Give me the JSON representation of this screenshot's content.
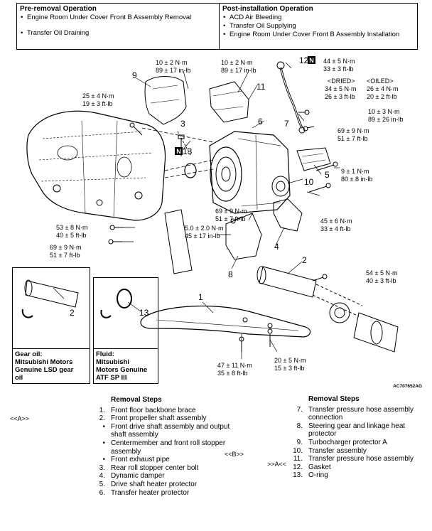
{
  "pre_removal": {
    "heading": "Pre-removal Operation",
    "items": [
      "Engine Room Under Cover Front B Assembly Removal",
      "Transfer Oil Draining"
    ]
  },
  "post_installation": {
    "heading": "Post-installation Operation",
    "items": [
      "ACD Air Bleeding",
      "Transfer Oil Supplying",
      "Engine Room Under Cover Front B Assembly Installation"
    ]
  },
  "callouts": {
    "c1": "1",
    "c2": "2",
    "c2b": "2",
    "c3": "3",
    "c4": "4",
    "c5": "5",
    "c6": "6",
    "c7": "7",
    "c8": "8",
    "c9": "9",
    "c10": "10",
    "c11": "11",
    "c12": "12",
    "c13": "13",
    "c13b": "13",
    "n_badge_1": "N",
    "n_badge_2": "N"
  },
  "torques": {
    "t1a": "10 ± 2 N·m",
    "t1b": "89 ± 17 in-lb",
    "t2a": "10 ± 2 N·m",
    "t2b": "89 ± 17 in-lb",
    "t3a": "44 ± 5 N·m",
    "t3b": "33 ± 3 ft-lb",
    "t4h1": "<DRIED>",
    "t4h2": "<OILED>",
    "t4a": "34 ± 5 N·m",
    "t4b": "26 ± 4 N·m",
    "t4c": "26 ± 3 ft-lb",
    "t4d": "20 ± 2 ft-lb",
    "t5a": "25 ± 4 N·m",
    "t5b": "19 ± 3 ft-lb",
    "t6a": "10 ± 3 N·m",
    "t6b": "89 ± 26 in-lb",
    "t7a": "69 ± 9 N·m",
    "t7b": "51 ± 7 ft-lb",
    "t8a": "9 ± 1 N·m",
    "t8b": "80 ± 8 in-lb",
    "t9a": "69 ± 9 N·m",
    "t9b": "51 ± 7 ft-lb",
    "t10a": "5.0 ± 2.0 N·m",
    "t10b": "45 ± 17 in-lb",
    "t11a": "53 ± 8 N·m",
    "t11b": "40 ± 5 ft-lb",
    "t12a": "69 ± 9 N·m",
    "t12b": "51 ± 7 ft-lb",
    "t13a": "45 ± 6 N·m",
    "t13b": "33 ± 4 ft-lb",
    "t14a": "54 ± 5 N·m",
    "t14b": "40 ± 3 ft-lb",
    "t15a": "47 ± 11 N·m",
    "t15b": "35 ± 8 ft-lb",
    "t16a": "20 ± 5 N·m",
    "t16b": "15 ± 3 ft-lb"
  },
  "fluid_boxes": {
    "gear_oil": [
      "Gear oil:",
      "Mitsubishi Motors",
      "Genuine LSD gear",
      "oil"
    ],
    "fluid": [
      "Fluid:",
      "Mitsubishi",
      "Motors Genuine",
      "ATF SP III"
    ]
  },
  "figure_code": "AC707652AG",
  "removal_steps_left": {
    "title": "Removal Steps",
    "steps": [
      {
        "n": "1.",
        "t": "Front floor backbone brace"
      },
      {
        "n": "2.",
        "t": "Front propeller shaft assembly"
      },
      {
        "n": "•",
        "t": "Front drive shaft assembly and output shaft assembly"
      },
      {
        "n": "•",
        "t": "Centermember and front roll stopper assembly"
      },
      {
        "n": "•",
        "t": "Front exhaust pipe"
      },
      {
        "n": "3.",
        "t": "Rear roll stopper center bolt"
      },
      {
        "n": "4.",
        "t": "Dynamic damper"
      },
      {
        "n": "5.",
        "t": "Drive shaft heater protector"
      },
      {
        "n": "6.",
        "t": "Transfer heater protector"
      }
    ]
  },
  "removal_steps_right": {
    "title": "Removal Steps",
    "steps": [
      {
        "n": "7.",
        "t": "Transfer pressure hose assembly connection"
      },
      {
        "n": "8.",
        "t": "Steering gear and linkage heat protector"
      },
      {
        "n": "9.",
        "t": "Turbocharger protector A"
      },
      {
        "n": "10.",
        "t": "Transfer assembly"
      },
      {
        "n": "11.",
        "t": "Transfer pressure hose assembly"
      },
      {
        "n": "12.",
        "t": "Gasket"
      },
      {
        "n": "13.",
        "t": "O-ring"
      }
    ]
  },
  "step_refs": {
    "left_ref": "<<A>>",
    "mid_ref": "<<B>>",
    "right_ref": ">>A<<"
  }
}
